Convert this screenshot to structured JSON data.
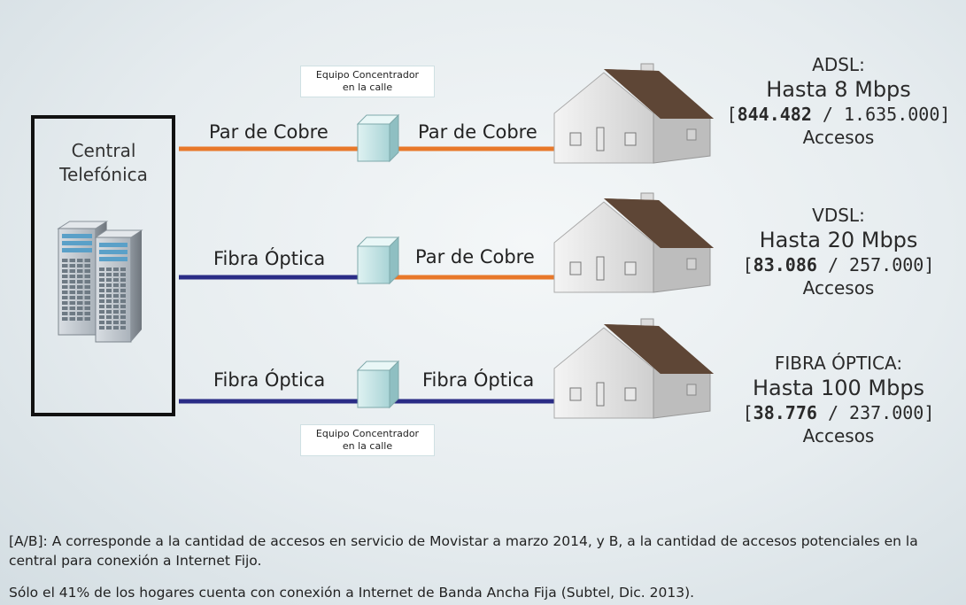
{
  "central": {
    "title": "Central\nTelefónica",
    "icon": "server-icon"
  },
  "street_cabinet": {
    "label": "Equipo Concentrador\nen la calle",
    "icon": "cabinet-icon"
  },
  "colors": {
    "copper": "#e8782a",
    "fiber": "#2a2c86",
    "cabinet": "#bfe3e4",
    "roof": "#6a5241"
  },
  "connections": [
    {
      "id": "adsl",
      "left_label": "Par de Cobre",
      "left_medium": "copper",
      "right_label": "Par de Cobre",
      "right_medium": "copper",
      "type": "ADSL:",
      "speed": "Hasta 8 Mbps",
      "access_open": "[",
      "access_a": "844.482",
      "access_sep": " / ",
      "access_b": "1.635.000",
      "access_close": "]",
      "access_unit": "Accesos"
    },
    {
      "id": "vdsl",
      "left_label": "Fibra Óptica",
      "left_medium": "fiber",
      "right_label": "Par de Cobre",
      "right_medium": "copper",
      "type": "VDSL:",
      "speed": "Hasta 20 Mbps",
      "access_open": "[",
      "access_a": "83.086",
      "access_sep": " / ",
      "access_b": "257.000",
      "access_close": "]",
      "access_unit": "Accesos"
    },
    {
      "id": "fibra",
      "left_label": "Fibra Óptica",
      "left_medium": "fiber",
      "right_label": "Fibra Óptica",
      "right_medium": "fiber",
      "type": "FIBRA ÓPTICA:",
      "speed": "Hasta 100 Mbps",
      "access_open": "[",
      "access_a": "38.776",
      "access_sep": " / ",
      "access_b": "237.000",
      "access_close": "]",
      "access_unit": "Accesos"
    }
  ],
  "footnotes": {
    "definition": "[A/B]: A corresponde a la cantidad de accesos en servicio de Movistar a marzo 2014, y B, a la cantidad de accesos potenciales en la central para conexión a Internet Fijo.",
    "statistic": "Sólo el 41% de los hogares cuenta con conexión a Internet de Banda Ancha Fija (Subtel, Dic. 2013)."
  }
}
